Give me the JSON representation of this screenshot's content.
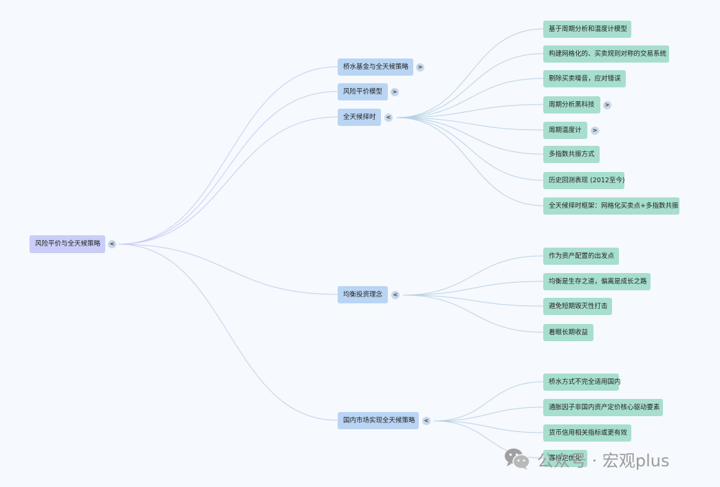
{
  "root": {
    "label": "风险平价与全天候策略",
    "toggle": "<"
  },
  "branches": [
    {
      "label": "桥水基金与全天候策略",
      "toggle": ">",
      "children": []
    },
    {
      "label": "风险平价模型",
      "toggle": ">",
      "children": []
    },
    {
      "label": "全天候择时",
      "toggle": "<",
      "children": [
        {
          "label": "基于周期分析和温度计模型"
        },
        {
          "label": "构建网格化的、买卖规则对称的交易系统"
        },
        {
          "label": "剔除买卖噪音，应对错误"
        },
        {
          "label": "周期分析黑科技",
          "toggle": ">"
        },
        {
          "label": "周期温度计",
          "toggle": ">"
        },
        {
          "label": "多指数共振方式"
        },
        {
          "label": "历史回测表现 (2012至今)"
        },
        {
          "label": "全天候择时框架：网格化买卖点+多指数共振"
        }
      ]
    },
    {
      "label": "均衡投资理念",
      "toggle": "<",
      "children": [
        {
          "label": "作为资产配置的出发点"
        },
        {
          "label": "均衡是生存之道，偏离是成长之路"
        },
        {
          "label": "避免短期毁灭性打击"
        },
        {
          "label": "着眼长期收益"
        }
      ]
    },
    {
      "label": "国内市场实现全天候策略",
      "toggle": "<",
      "children": [
        {
          "label": "桥水方式不完全适用国内"
        },
        {
          "label": "通胀因子非国内资产定价核心驱动要素"
        },
        {
          "label": "货币信用相关指标或更有效"
        },
        {
          "label": "寡待定优化"
        }
      ]
    }
  ],
  "watermark": {
    "text": "公众号 · 宏观plus",
    "icon": "wechat-icon"
  },
  "colors": {
    "root": "#c9cdf8",
    "level1": "#b9d5f3",
    "level2": "#a7dece",
    "link_root": "#c6ccf2",
    "link_child": "#b8d2e6",
    "background": "#f6f9fd"
  }
}
